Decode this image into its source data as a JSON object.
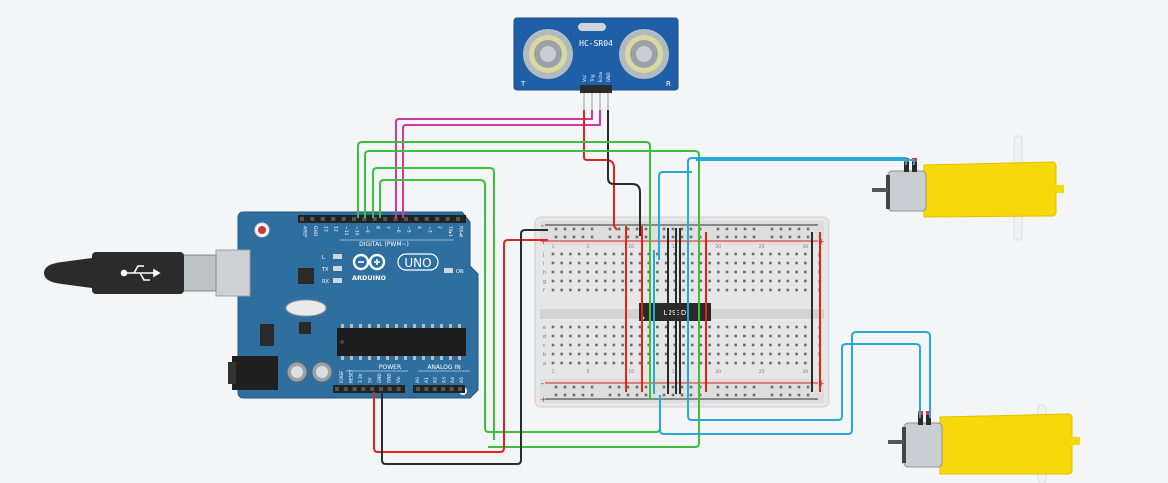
{
  "sensor": {
    "model": "HC-SR04",
    "left_mark": "T",
    "right_mark": "R",
    "pins": [
      "Vcc",
      "Trig",
      "Echo",
      "GND"
    ]
  },
  "arduino": {
    "brand": "ARDUINO",
    "model": "UNO",
    "digital_header": "DIGITAL (PWM~)",
    "digital_pins": [
      "AREF",
      "GND",
      "13",
      "12",
      "~11",
      "~10",
      "~9",
      "8",
      "7",
      "~6",
      "~5",
      "4",
      "~3",
      "2",
      "TX▸1",
      "RX◂0"
    ],
    "power_label": "POWER",
    "power_pins": [
      "IOREF",
      "RESET",
      "3.3V",
      "5V",
      "GND",
      "GND",
      "Vin"
    ],
    "analog_label": "ANALOG IN",
    "analog_pins": [
      "A0",
      "A1",
      "A2",
      "A3",
      "A4",
      "A5"
    ],
    "leds": [
      "L",
      "TX",
      "RX"
    ],
    "on_label": "ON"
  },
  "breadboard": {
    "rail_plus": "+",
    "rail_minus": "-",
    "rows_top": [
      "j",
      "i",
      "h",
      "g",
      "f"
    ],
    "rows_bottom": [
      "e",
      "d",
      "c",
      "b",
      "a"
    ],
    "columns": [
      "1",
      "5",
      "10",
      "15",
      "20",
      "25",
      "30"
    ]
  },
  "ic": {
    "label": "L293D"
  },
  "motors": [
    {
      "name": "motor-top",
      "body_color": "#f5d90a"
    },
    {
      "name": "motor-bottom",
      "body_color": "#f5d90a"
    }
  ],
  "wire_colors": {
    "red": "#e0241b",
    "black": "#2b2b2b",
    "green": "#3cbf3c",
    "blue": "#2aa7d9",
    "magenta": "#d2379d"
  }
}
